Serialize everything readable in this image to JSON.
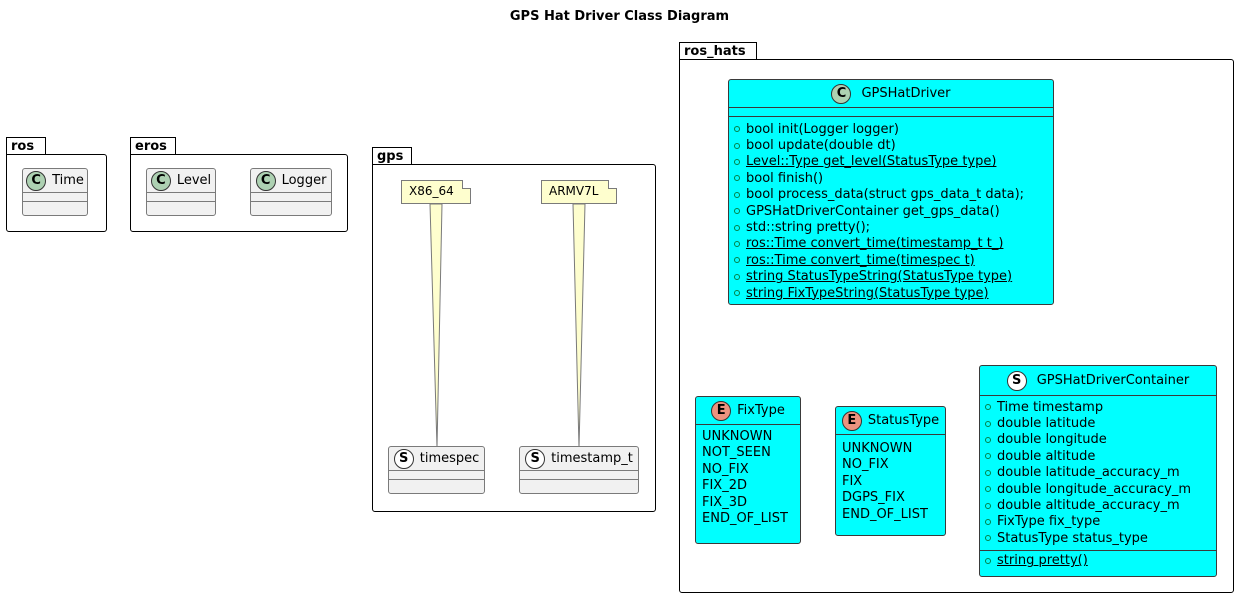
{
  "title": "GPS Hat Driver Class Diagram",
  "packages": {
    "ros": {
      "name": "ros",
      "classes": [
        {
          "stereotype": "C",
          "name": "Time"
        }
      ]
    },
    "eros": {
      "name": "eros",
      "classes": [
        {
          "stereotype": "C",
          "name": "Level"
        },
        {
          "stereotype": "C",
          "name": "Logger"
        }
      ]
    },
    "gps": {
      "name": "gps",
      "notes": [
        "X86_64",
        "ARMV7L"
      ],
      "structs": [
        {
          "stereotype": "S",
          "name": "timespec"
        },
        {
          "stereotype": "S",
          "name": "timestamp_t"
        }
      ]
    },
    "ros_hats": {
      "name": "ros_hats"
    }
  },
  "driver": {
    "stereotype": "C",
    "name": "GPSHatDriver",
    "methods": [
      {
        "text": "bool init(Logger logger)",
        "static": false
      },
      {
        "text": "bool update(double dt)",
        "static": false
      },
      {
        "text": "Level::Type get_level(StatusType type)",
        "static": true
      },
      {
        "text": "bool finish()",
        "static": false
      },
      {
        "text": "bool process_data(struct gps_data_t data);",
        "static": false
      },
      {
        "text": "GPSHatDriverContainer get_gps_data()",
        "static": false
      },
      {
        "text": "std::string pretty();",
        "static": false
      },
      {
        "text": "ros::Time convert_time(timestamp_t t_)",
        "static": true
      },
      {
        "text": "ros::Time convert_time(timespec t)",
        "static": true
      },
      {
        "text": "string StatusTypeString(StatusType type)",
        "static": true
      },
      {
        "text": "string FixTypeString(StatusType type)",
        "static": true
      }
    ]
  },
  "fix_type": {
    "stereotype": "E",
    "name": "FixType",
    "values": [
      "UNKNOWN",
      "NOT_SEEN",
      "NO_FIX",
      "FIX_2D",
      "FIX_3D",
      "END_OF_LIST"
    ]
  },
  "status_type": {
    "stereotype": "E",
    "name": "StatusType",
    "values": [
      "UNKNOWN",
      "NO_FIX",
      "FIX",
      "DGPS_FIX",
      "END_OF_LIST"
    ]
  },
  "container": {
    "stereotype": "S",
    "name": "GPSHatDriverContainer",
    "fields": [
      "Time timestamp",
      "double latitude",
      "double longitude",
      "double altitude",
      "double latitude_accuracy_m",
      "double longitude_accuracy_m",
      "double altitude_accuracy_m",
      "FixType fix_type",
      "StatusType status_type"
    ],
    "methods": [
      {
        "text": "string pretty()",
        "static": true
      }
    ]
  },
  "colors": {
    "class_fill": "#00ffff",
    "default_fill": "#f1f1f1",
    "note_fill": "#fefece",
    "class_icon": "#add1b2",
    "enum_icon": "#eb937f",
    "visibility": "#038048"
  }
}
